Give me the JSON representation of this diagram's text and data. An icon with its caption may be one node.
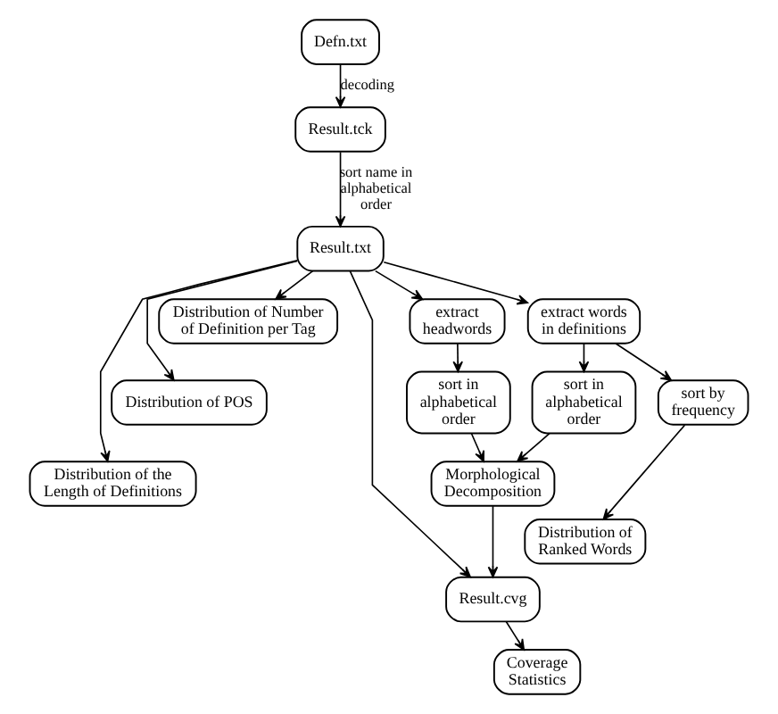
{
  "diagram": {
    "nodes": [
      {
        "text": [
          "Defn.txt"
        ]
      },
      {
        "text": [
          "Result.tck"
        ]
      },
      {
        "text": [
          "Result.txt"
        ]
      },
      {
        "text": [
          "Distribution of Number of Definition per Tag"
        ]
      },
      {
        "text": [
          "Distribution of POS"
        ]
      },
      {
        "text": [
          "Distribution of the Length of Definitions"
        ]
      },
      {
        "text": [
          "extract headwords"
        ]
      },
      {
        "text": [
          "extract words in definitions"
        ]
      },
      {
        "text": [
          "sort in alphabetical order"
        ]
      },
      {
        "text": [
          "sort in alphabetical order"
        ]
      },
      {
        "text": [
          "sort by frequency"
        ]
      },
      {
        "text": [
          "Morphological Decomposition"
        ]
      },
      {
        "text": [
          "Result.cvg"
        ]
      },
      {
        "text": [
          "Distribution of Ranked Words"
        ]
      },
      {
        "text": [
          "Coverage Statistics"
        ]
      }
    ],
    "edges": [
      {
        "from": 0,
        "to": 1,
        "arrow": "to",
        "label": "decoding"
      },
      {
        "from": 1,
        "to": 2,
        "arrow": "to",
        "label": "sort name in alphabetical order"
      },
      {
        "from": 2,
        "to": 3,
        "arrow": "to"
      },
      {
        "from": 2,
        "to": 4,
        "arrow": "to"
      },
      {
        "from": 2,
        "to": 5,
        "arrow": "to"
      },
      {
        "from": 2,
        "to": 12,
        "arrow": "to"
      },
      {
        "from": 2,
        "to": 6,
        "arrow": "to"
      },
      {
        "from": 2,
        "to": 7,
        "arrow": "to"
      },
      {
        "from": 6,
        "to": 8,
        "arrow": "to"
      },
      {
        "from": 7,
        "to": 9,
        "arrow": "to"
      },
      {
        "from": 7,
        "to": 10,
        "arrow": "to"
      },
      {
        "from": 8,
        "to": 11,
        "arrow": "to"
      },
      {
        "from": 9,
        "to": 11,
        "arrow": "to"
      },
      {
        "from": 11,
        "to": 12,
        "arrow": "to"
      },
      {
        "from": 10,
        "to": 13,
        "arrow": "to"
      },
      {
        "from": 12,
        "to": 14,
        "arrow": "to"
      }
    ]
  }
}
